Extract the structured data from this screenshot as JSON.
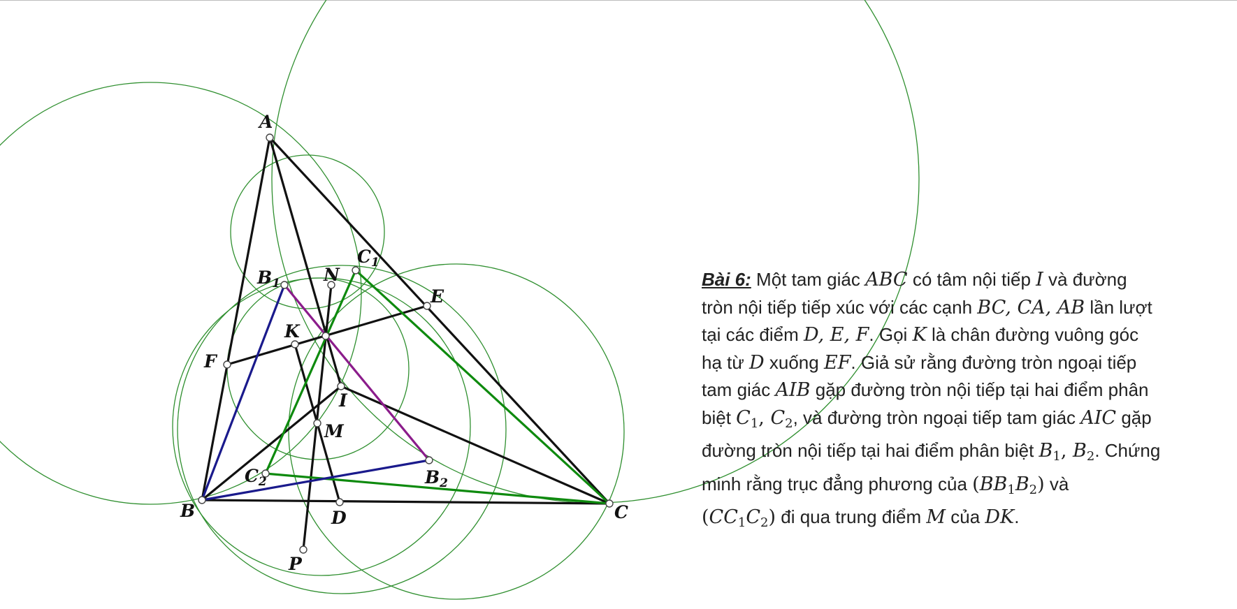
{
  "labels": {
    "A": "A",
    "B": "B",
    "C": "C",
    "D": "D",
    "E": "E",
    "F": "F",
    "I": "I",
    "K": "K",
    "M": "M",
    "N": "N",
    "P": "P",
    "B1": "B",
    "C1": "C",
    "B2": "B",
    "C2": "C",
    "one": "1",
    "two": "2"
  },
  "colors": {
    "circle": "#2f8f2f",
    "black": "#111111",
    "green": "#0e8a0e",
    "blue": "#1a1a8c",
    "purple": "#8b1c8b"
  },
  "problem": {
    "heading": "Bài 6:",
    "t1": " Một tam giác ",
    "ABC": "ABC",
    "t2": " có tâm nội tiếp ",
    "I": "I",
    "t3": " và đường",
    "t4": "tròn nội tiếp tiếp xúc với các cạnh ",
    "sides": "BC, CA, AB",
    "t5": " lần lượt",
    "t6": "tại các điểm ",
    "DEF": "D, E, F",
    "t7": ". Gọi ",
    "K": "K",
    "t8": " là chân đường vuông góc",
    "t9": "hạ từ ",
    "D": "D",
    "t10": " xuống ",
    "EF": "EF",
    "t11": ". Giả sử rằng đường tròn ngoại tiếp",
    "t12": "tam giác ",
    "AIB": "AIB",
    "t13": " gặp đường tròn nội tiếp tại hai điểm phân",
    "t14": "biệt ",
    "C": "C",
    "comma": ", ",
    "s1": "1",
    "s2": "2",
    "t15": ", và đường tròn ngoại tiếp tam giác ",
    "AIC": "AIC",
    "t16": " gặp",
    "t17": "đường tròn nội tiếp tại hai điểm phân biệt ",
    "B": "B",
    "t18": ". Chứng",
    "t19": "minh rằng trục đẳng phương của ",
    "lp": "(",
    "rp": ")",
    "t20": " và",
    "t21": " đi qua trung điểm ",
    "M": "M",
    "t22": " của ",
    "DK": "DK",
    "t23": "."
  }
}
